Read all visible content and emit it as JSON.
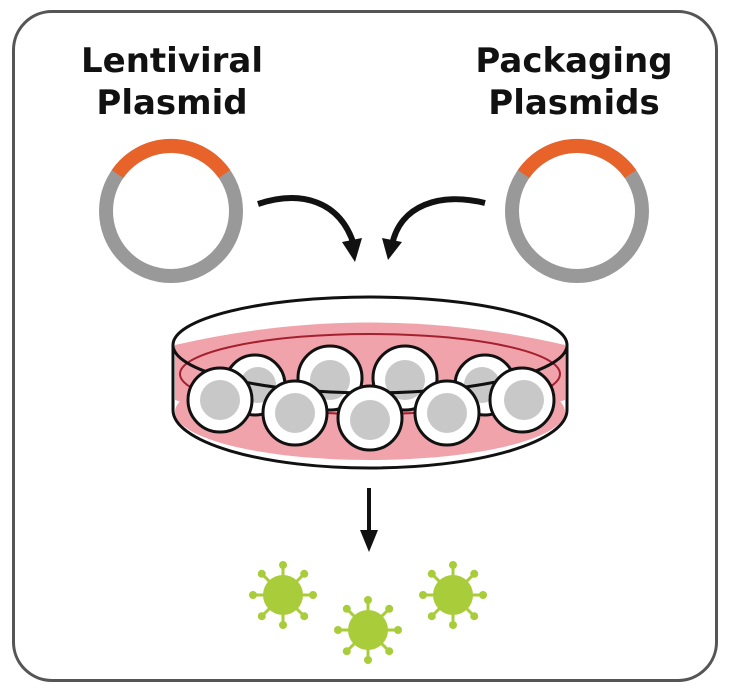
{
  "title": "Lentiviral production workflow",
  "inputs": [
    {
      "line1": "Lentiviral",
      "line2": "Plasmid",
      "icon": "plasmid-icon"
    },
    {
      "line1": "Packaging",
      "line2": "Plasmids",
      "icon": "plasmid-icon"
    }
  ],
  "steps": [
    "plasmids transfected into cell culture dish",
    "cells release lentiviral particles"
  ],
  "dish": {
    "cell_count": 9,
    "icon": "petri-dish-icon"
  },
  "output": {
    "virus_count": 3,
    "icon": "virus-icon"
  },
  "colors": {
    "plasmid_insert": "#E8632A",
    "plasmid_backbone": "#999999",
    "media": "#F0A3AB",
    "media_line": "#A4202F",
    "cell_nucleus": "#C8C8C8",
    "virus": "#A8CC3A",
    "frame": "#555555",
    "arrow": "#111111"
  }
}
